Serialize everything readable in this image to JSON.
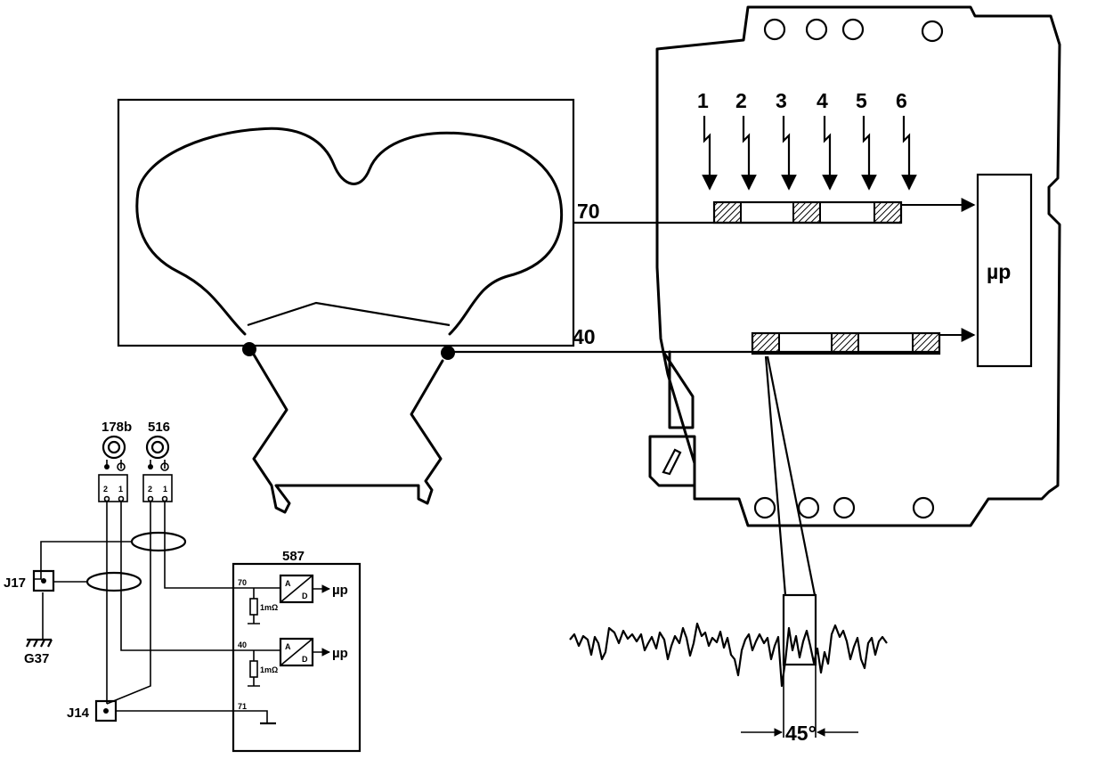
{
  "diagram": {
    "signal_labels": {
      "sensor_signal_upper": "70",
      "sensor_signal_lower": "40"
    },
    "ecu_board": {
      "processor_label": "µp",
      "segment_numbers": [
        "1",
        "2",
        "3",
        "4",
        "5",
        "6"
      ]
    },
    "schematic": {
      "connector_178b": "178b",
      "connector_516": "516",
      "connector_pin_2": "2",
      "connector_pin_1": "1",
      "junction_j17": "J17",
      "junction_j14": "J14",
      "ground_g37": "G37",
      "module_587": "587",
      "pin_70": "70",
      "pin_40": "40",
      "pin_71": "71",
      "resistor_value": "1mΩ",
      "adc_a": "A",
      "adc_d": "D",
      "adc_output": "µp"
    },
    "waveform": {
      "angle_label": "45°"
    }
  }
}
